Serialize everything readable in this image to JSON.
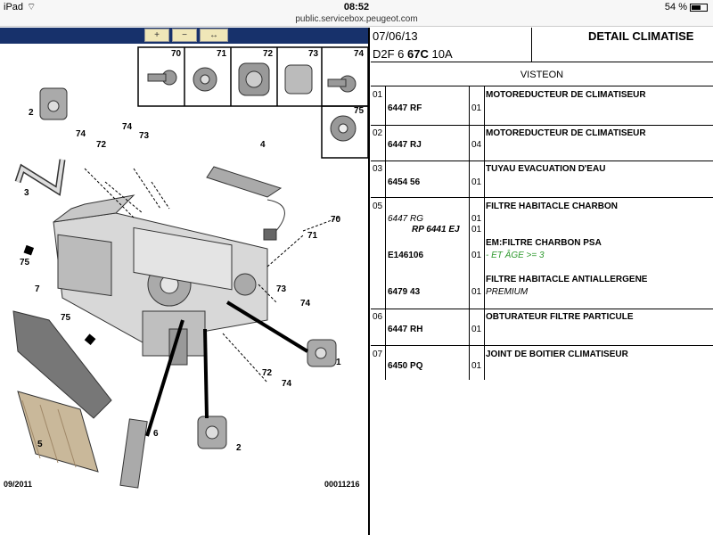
{
  "status": {
    "device": "iPad",
    "time": "08:52",
    "battery": "54 %"
  },
  "browser": {
    "url": "public.servicebox.peugeot.com"
  },
  "toolbar": {
    "zoom_in": "+",
    "zoom_out": "−",
    "zoom_fit": "↔"
  },
  "diagram": {
    "labels": [
      "70",
      "71",
      "72",
      "73",
      "74",
      "75",
      "2",
      "74",
      "72",
      "74",
      "73",
      "4",
      "3",
      "75",
      "7",
      "75",
      "1",
      "72",
      "74",
      "5",
      "6",
      "2",
      "71",
      "70",
      "73",
      "74"
    ],
    "footer_left": "09/2011",
    "footer_right": "00011216"
  },
  "header": {
    "date": "07/06/13",
    "code_prefix": "D2F 6 ",
    "code_bold": "67C",
    "code_suffix": " 10A",
    "title": "DETAIL CLIMATISE",
    "supplier": "VISTEON"
  },
  "rows": [
    {
      "idx": "01",
      "ref": "6447 RF",
      "qty": "01",
      "desc": "MOTOREDUCTEUR DE CLIMATISEUR"
    },
    {
      "idx": "02",
      "ref": "6447 RJ",
      "qty": "04",
      "desc": "MOTOREDUCTEUR DE CLIMATISEUR"
    },
    {
      "idx": "03",
      "ref": "6454 56",
      "qty": "01",
      "desc": "TUYAU EVACUATION D'EAU"
    },
    {
      "idx": "05",
      "ref_a": "6447 RG",
      "ref_b": "RP 6441 EJ",
      "ref_c": "E146106",
      "ref_d": "6479 43",
      "qty_a": "01",
      "qty_b": "01",
      "qty_c": "01",
      "qty_d": "01",
      "desc_a": "FILTRE HABITACLE CHARBON",
      "desc_b": "EM:FILTRE CHARBON PSA",
      "desc_b_note": "- ET ÂGE >= 3",
      "desc_c": "FILTRE HABITACLE ANTIALLERGENE",
      "desc_c_note": "PREMIUM"
    },
    {
      "idx": "06",
      "ref": "6447 RH",
      "qty": "01",
      "desc": "OBTURATEUR FILTRE PARTICULE"
    },
    {
      "idx": "07",
      "ref": "6450 PQ",
      "qty": "01",
      "desc": "JOINT DE BOITIER CLIMATISEUR"
    }
  ],
  "colors": {
    "toolbar": "#17316b",
    "note_green": "#2f9a2f"
  }
}
